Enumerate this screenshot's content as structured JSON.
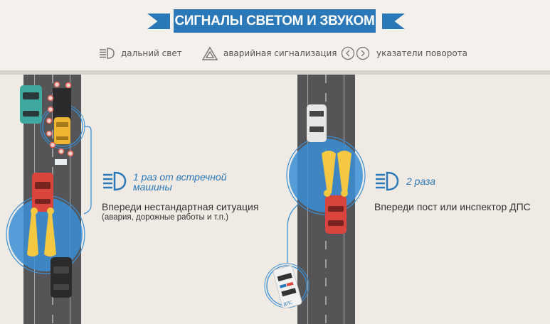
{
  "header": {
    "title": "СИГНАЛЫ СВЕТОМ И ЗВУКОМ"
  },
  "legend": [
    {
      "icon": "high-beam-icon",
      "label": "дальний свет"
    },
    {
      "icon": "hazard-triangle-icon",
      "label": "аварийная сигнализация"
    },
    {
      "icon": "turn-signals-icon",
      "label": "указатели поворота"
    }
  ],
  "scenarios": [
    {
      "signal": "1 раз от встречной машины",
      "signal_line1": "1 раз от встречной",
      "signal_line2": "машины",
      "description": "Впереди нестандартная ситуация",
      "note": "(авария, дорожные работы и т.п.)"
    },
    {
      "signal": "2 раза",
      "description": "Впереди пост или инспектор ДПС"
    }
  ],
  "police_label": "ДПС",
  "colors": {
    "accent": "#2b78b9",
    "road": "#555558",
    "beam": "#f5c842",
    "circle": "#3a8fd6",
    "red_car": "#d9453d"
  }
}
